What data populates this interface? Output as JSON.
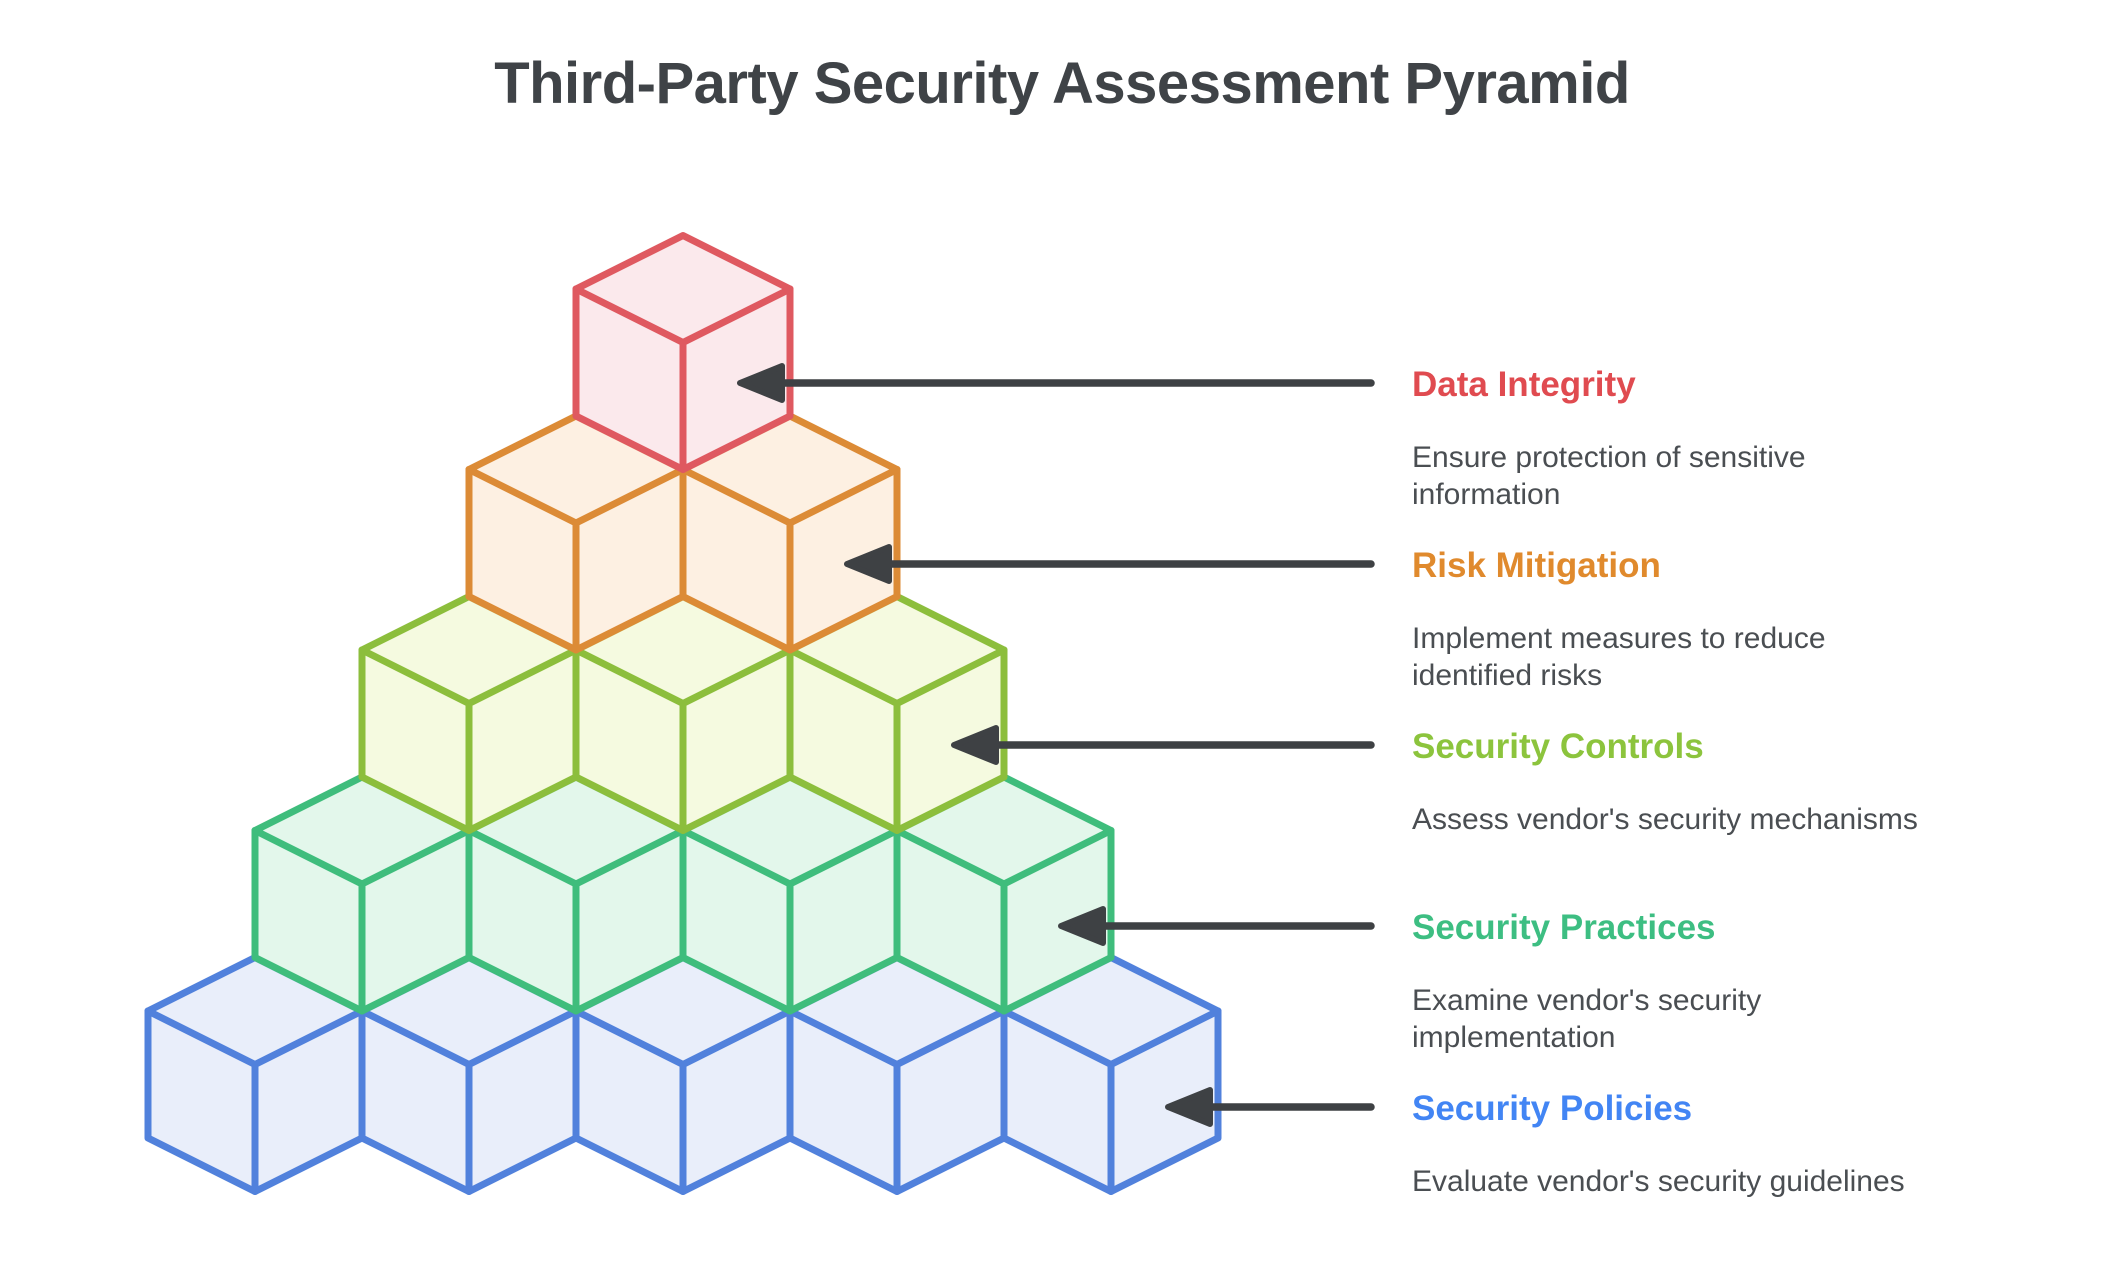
{
  "title": "Third-Party Security Assessment Pyramid",
  "arrow_color": "#3E4144",
  "title_color": "#3F4347",
  "description_color": "#4A4E52",
  "levels": [
    {
      "title": "Data Integrity",
      "description": "Ensure protection of sensitive\ninformation",
      "color": "#E04B50",
      "cube_stroke": "#DF5960",
      "cube_fill": "#FBE9EC",
      "cubes": 1
    },
    {
      "title": "Risk Mitigation",
      "description": "Implement measures to reduce\nidentified risks",
      "color": "#E08A2D",
      "cube_stroke": "#DC8B36",
      "cube_fill": "#FDF0E2",
      "cubes": 2
    },
    {
      "title": "Security Controls",
      "description": "Assess vendor's security mechanisms",
      "color": "#8CC43D",
      "cube_stroke": "#8CBE3C",
      "cube_fill": "#F5FAE0",
      "cubes": 3
    },
    {
      "title": "Security Practices",
      "description": "Examine vendor's security\nimplementation",
      "color": "#3DBE82",
      "cube_stroke": "#3FBD7C",
      "cube_fill": "#E3F7EB",
      "cubes": 4
    },
    {
      "title": "Security Policies",
      "description": "Evaluate vendor's security guidelines",
      "color": "#4285F4",
      "cube_stroke": "#5181DC",
      "cube_fill": "#E9EEFA",
      "cubes": 5
    }
  ]
}
